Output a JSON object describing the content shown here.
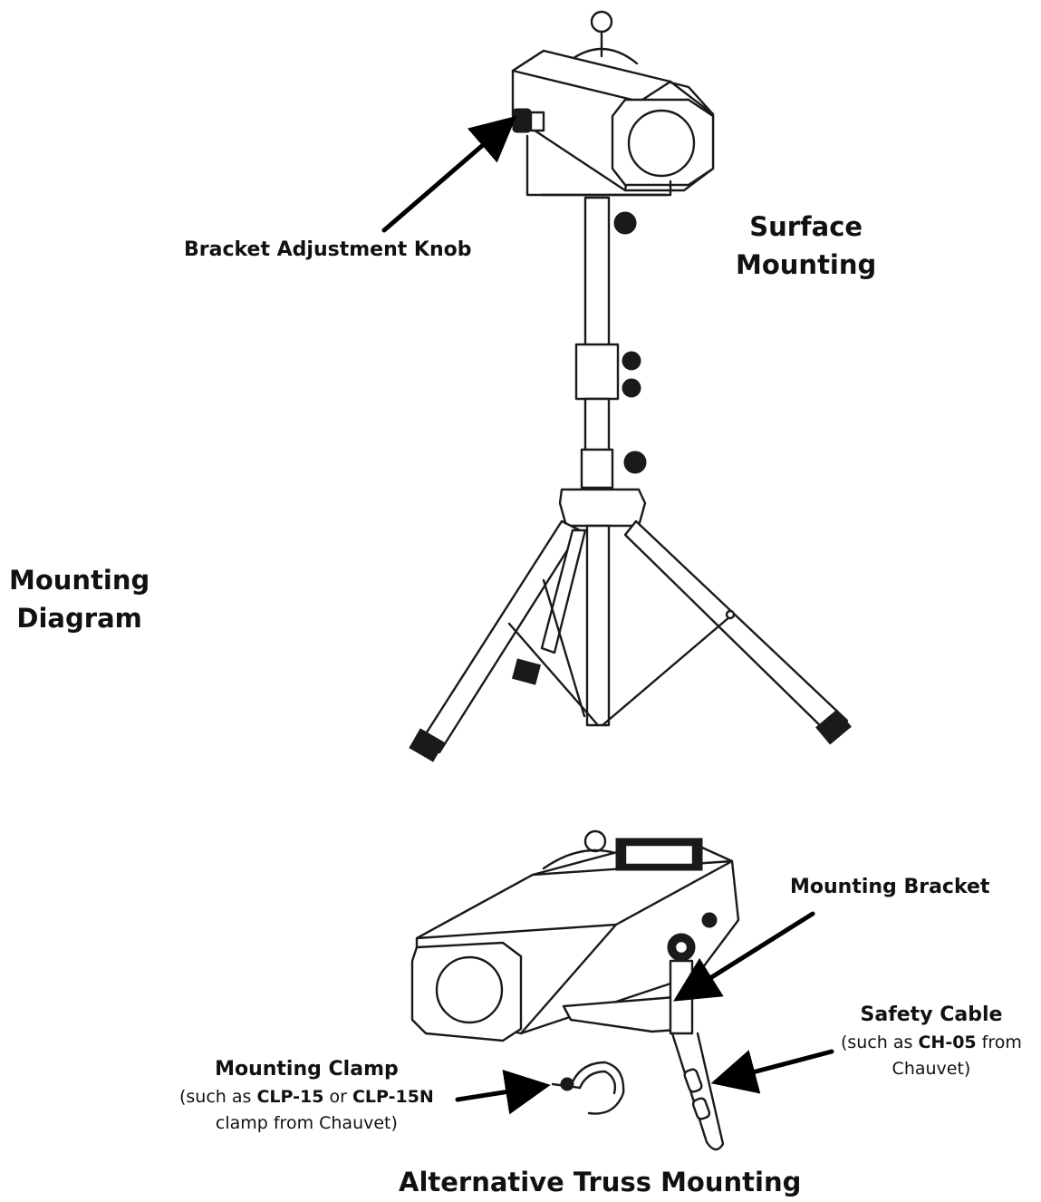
{
  "labels": {
    "surface_line1": "Surface",
    "surface_line2": "Mounting",
    "diagram_line1": "Mounting",
    "diagram_line2": "Diagram",
    "bracket_knob": "Bracket Adjustment Knob",
    "mounting_bracket": "Mounting Bracket",
    "safety_cable_title": "Safety Cable",
    "safety_cable_pre": "(such as ",
    "safety_cable_bold": "CH-05",
    "safety_cable_post": " from",
    "safety_cable_line3": "Chauvet)",
    "clamp_title": "Mounting Clamp",
    "clamp_pre": "(such as ",
    "clamp_bold1": "CLP-15",
    "clamp_mid": " or ",
    "clamp_bold2": "CLP-15N",
    "clamp_line3": "clamp from Chauvet)",
    "alt_truss": "Alternative Truss Mounting"
  }
}
